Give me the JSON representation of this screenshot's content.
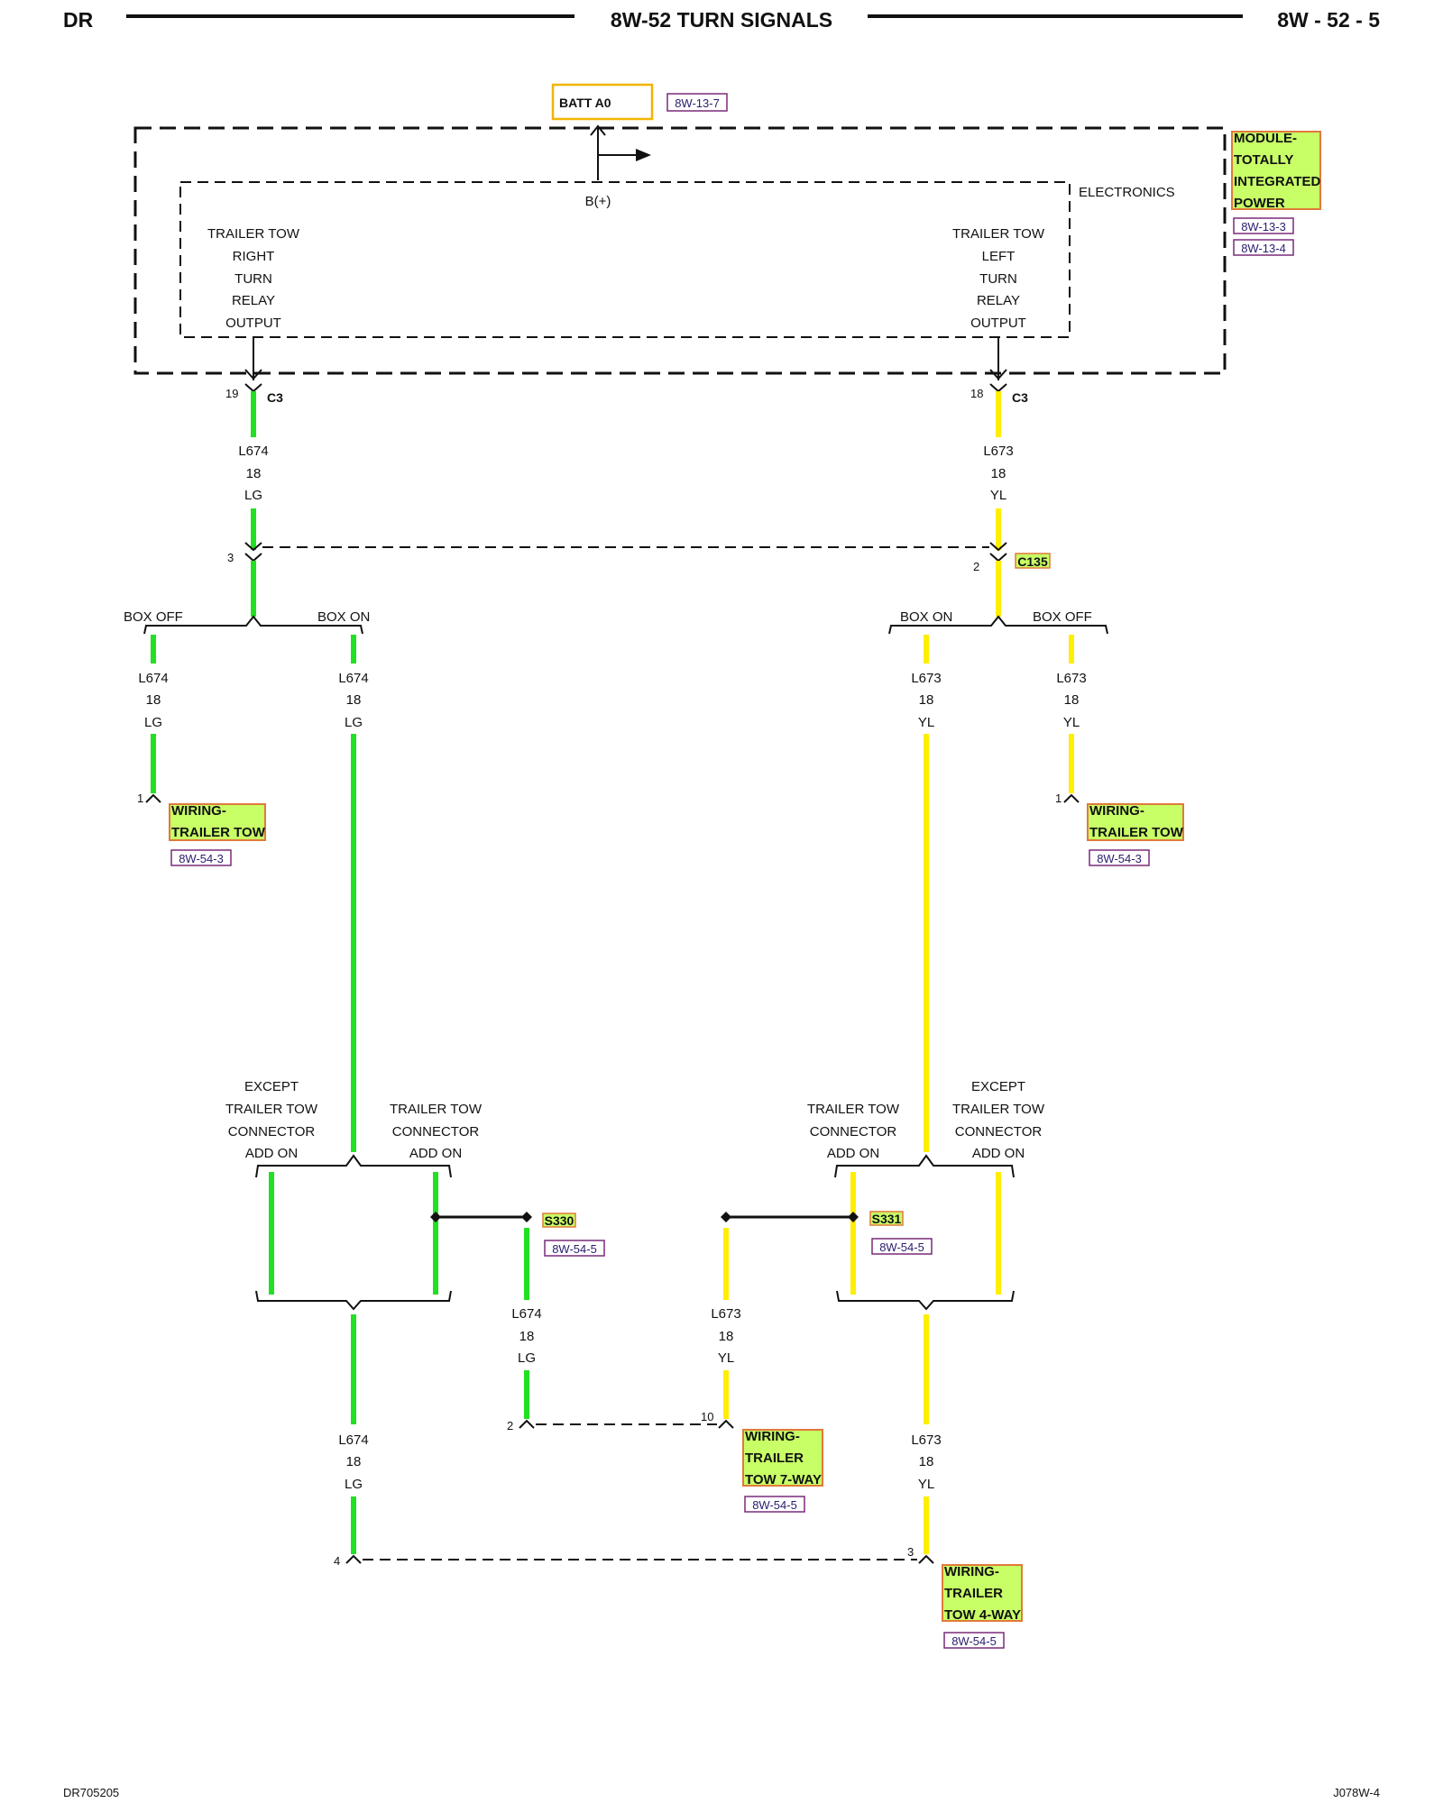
{
  "header": {
    "left": "DR",
    "title": "8W-52 TURN SIGNALS",
    "right": "8W - 52 - 5"
  },
  "footer": {
    "left": "DR705205",
    "right": "J078W-4"
  },
  "colors": {
    "green_wire": "#22e022",
    "yellow_wire": "#ffee00",
    "module_fill": "#c8ff66",
    "module_border": "#e07a3a"
  },
  "batt": {
    "label": "BATT A0",
    "ref": "8W-13-7"
  },
  "bplus": "B(+)",
  "electronics": "ELECTRONICS",
  "tipm": {
    "lines": [
      "MODULE-",
      "TOTALLY",
      "INTEGRATED",
      "POWER"
    ],
    "refs": [
      "8W-13-3",
      "8W-13-4"
    ]
  },
  "right_output": [
    "TRAILER TOW",
    "RIGHT",
    "TURN",
    "RELAY",
    "OUTPUT"
  ],
  "left_output": [
    "TRAILER TOW",
    "LEFT",
    "TURN",
    "RELAY",
    "OUTPUT"
  ],
  "c3_left": {
    "pin": "19",
    "conn": "C3"
  },
  "c3_right": {
    "pin": "18",
    "conn": "C3"
  },
  "wire_lg": {
    "circuit": "L674",
    "gauge": "18",
    "color": "LG"
  },
  "wire_yl": {
    "circuit": "L673",
    "gauge": "18",
    "color": "YL"
  },
  "c135": {
    "pin_left": "3",
    "pin_right": "2",
    "conn": "C135"
  },
  "box_off": "BOX OFF",
  "box_on": "BOX ON",
  "trailer_tow_left": {
    "pin": "1",
    "lines": [
      "WIRING-",
      "TRAILER TOW"
    ],
    "ref": "8W-54-3"
  },
  "trailer_tow_right": {
    "pin": "1",
    "lines": [
      "WIRING-",
      "TRAILER TOW"
    ],
    "ref": "8W-54-3"
  },
  "except_addon": [
    "EXCEPT",
    "TRAILER TOW",
    "CONNECTOR",
    "ADD ON"
  ],
  "addon": [
    "TRAILER TOW",
    "CONNECTOR",
    "ADD ON"
  ],
  "s330": {
    "label": "S330",
    "ref": "8W-54-5"
  },
  "s331": {
    "label": "S331",
    "ref": "8W-54-5"
  },
  "seven_way": {
    "pin_lg": "2",
    "pin_yl": "10",
    "lines": [
      "WIRING-",
      "TRAILER",
      "TOW 7-WAY"
    ],
    "ref": "8W-54-5"
  },
  "four_way": {
    "pin_lg": "4",
    "pin_yl": "3",
    "lines": [
      "WIRING-",
      "TRAILER",
      "TOW 4-WAY"
    ],
    "ref": "8W-54-5"
  }
}
